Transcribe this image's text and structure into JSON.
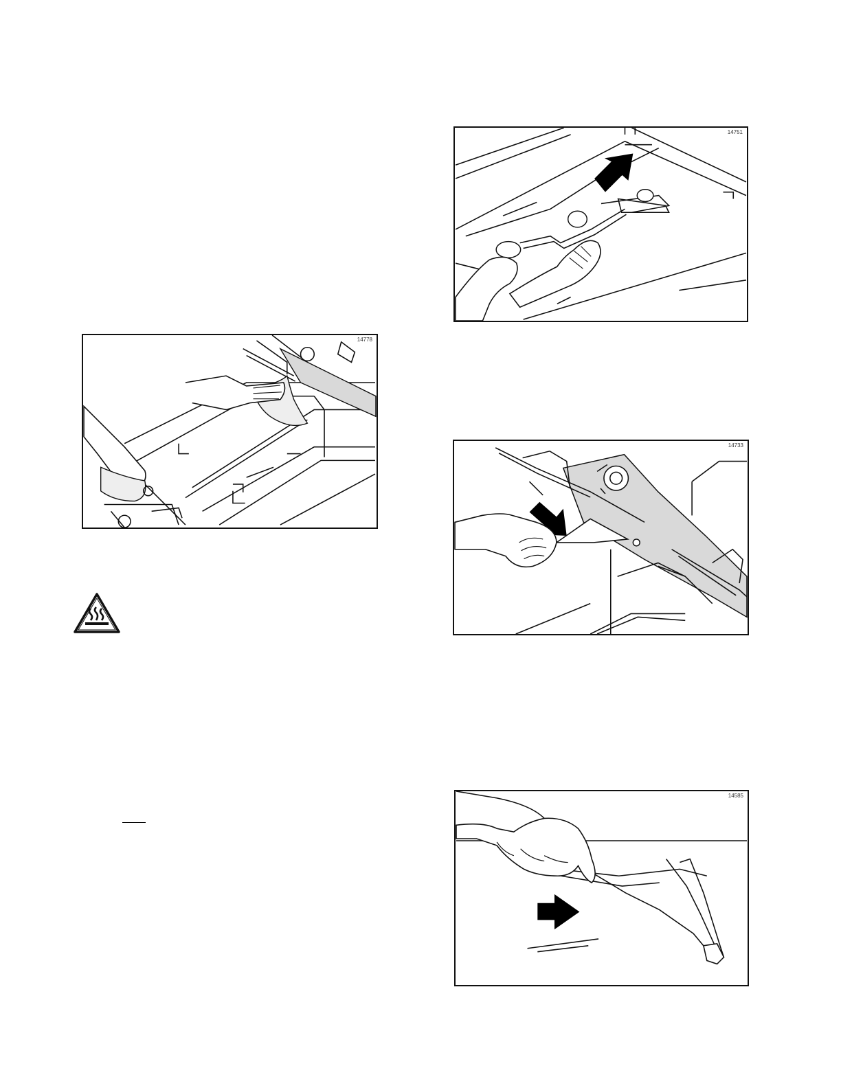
{
  "figures": {
    "cleaning": {
      "number": "14778"
    },
    "fryer_top": {
      "number": "14751"
    },
    "trough": {
      "number": "14733"
    },
    "scraper": {
      "number": "14585"
    }
  },
  "warning_symbol": {
    "icon": "hot-surface-icon"
  },
  "colors": {
    "line": "#111111",
    "shade": "#d9d9d9",
    "arrow": "#000000"
  }
}
